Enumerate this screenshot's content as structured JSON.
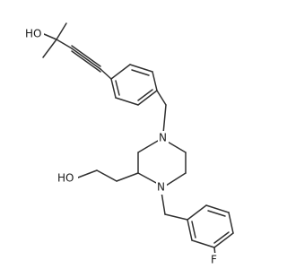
{
  "molecule": {
    "atom_labels": {
      "hydroxyl_top": "HO",
      "nitrogen_upper": "N",
      "nitrogen_lower": "N",
      "hydroxyl_left": "HO",
      "fluorine": "F"
    }
  }
}
